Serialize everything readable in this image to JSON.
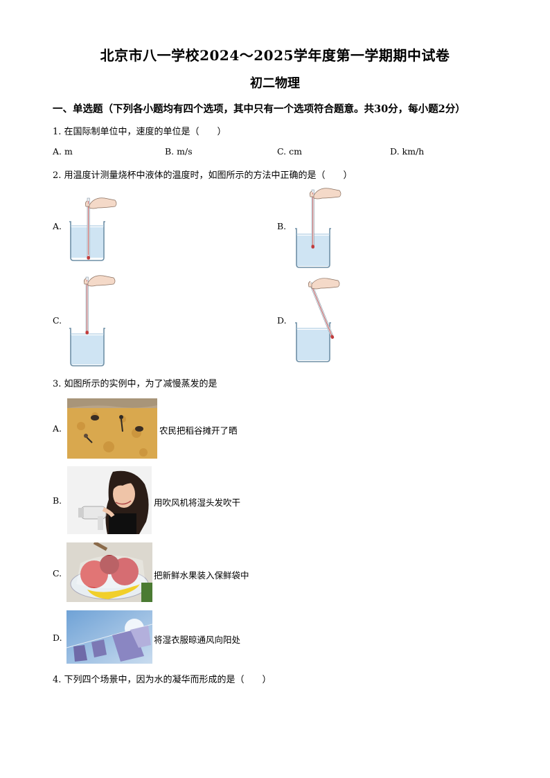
{
  "header": {
    "title": "北京市八一学校2024～2025学年度第一学期期中试卷",
    "subtitle": "初二物理"
  },
  "section1": {
    "heading": "一、单选题（下列各小题均有四个选项，其中只有一个选项符合题意。共30分，每小题2分）"
  },
  "q1": {
    "stem": "1. 在国际制单位中，速度的单位是（　　）",
    "options": [
      {
        "letter": "A.",
        "text": "m"
      },
      {
        "letter": "B.",
        "text": "m/s"
      },
      {
        "letter": "C.",
        "text": "cm"
      },
      {
        "letter": "D.",
        "text": "km/h"
      }
    ]
  },
  "q2": {
    "stem": "2. 用温度计测量烧杯中液体的温度时，如图所示的方法中正确的是（　　）",
    "options": [
      {
        "letter": "A."
      },
      {
        "letter": "B."
      },
      {
        "letter": "C."
      },
      {
        "letter": "D."
      }
    ]
  },
  "q3": {
    "stem": "3. 如图所示的实例中，为了减慢蒸发的是",
    "options": [
      {
        "letter": "A.",
        "text": "农民把稻谷摊开了晒"
      },
      {
        "letter": "B.",
        "text": "用吹风机将湿头发吹干"
      },
      {
        "letter": "C.",
        "text": "把新鲜水果装入保鲜袋中"
      },
      {
        "letter": "D.",
        "text": "将湿衣服晾通风向阳处"
      }
    ]
  },
  "q4": {
    "stem": "4. 下列四个场景中，因为水的凝华而形成的是（　　）"
  }
}
